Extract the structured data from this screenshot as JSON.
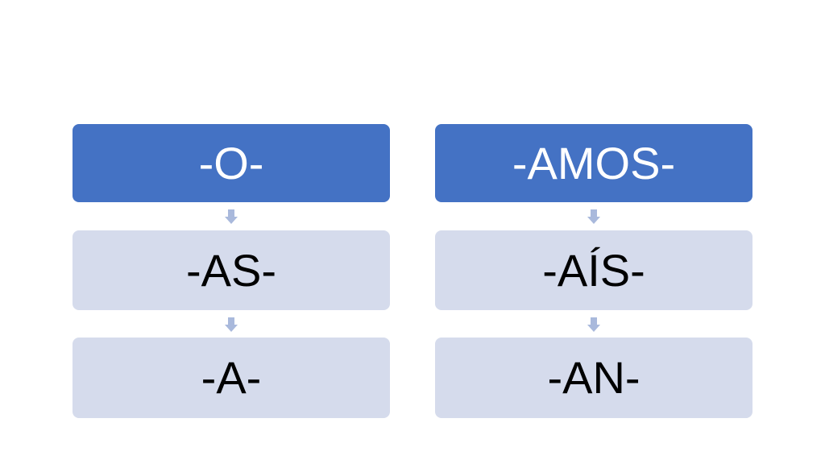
{
  "colors": {
    "header_fill": "#4472c4",
    "item_fill": "#d5dbec",
    "arrow_fill": "#a9b9dc",
    "header_text": "#ffffff",
    "item_text": "#000000"
  },
  "columns": [
    {
      "header": "-O-",
      "items": [
        "-AS-",
        "-A-"
      ]
    },
    {
      "header": "-AMOS-",
      "items": [
        "-AÍS-",
        "-AN-"
      ]
    }
  ]
}
